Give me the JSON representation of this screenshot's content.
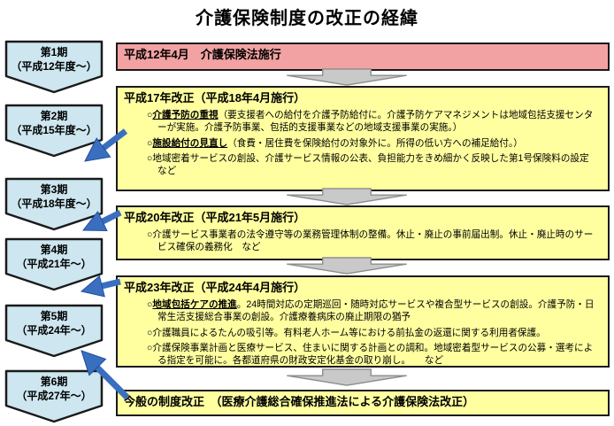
{
  "title": "介護保険制度の改正の経緯",
  "bullet_marker": "○",
  "colors": {
    "box_pink": "#f2a2a2",
    "box_yellow": "#ffffa0",
    "stage_blue": "#cde6f0",
    "arrow_blue": "#3a6fc0",
    "arrow_blue_dark": "#1f4e9c",
    "arrow_gray": "#c9c9c9",
    "arrow_gray_border": "#8c8c8c",
    "border_dark": "#1a1a1a"
  },
  "timeline": [
    {
      "label": "第1期",
      "range": "（平成12年度～）"
    },
    {
      "label": "第2期",
      "range": "（平成15年度～）"
    },
    {
      "label": "第3期",
      "range": "（平成18年度～）"
    },
    {
      "label": "第4期",
      "range": "（平成21年～）"
    },
    {
      "label": "第5期",
      "range": "（平成24年～）"
    },
    {
      "label": "第6期",
      "range": "（平成27年～）"
    }
  ],
  "boxes": {
    "h12": {
      "heading": "平成12年4月　介護保険法施行"
    },
    "h17": {
      "heading": "平成17年改正（平成18年4月施行）",
      "bullets": [
        {
          "em": "介護予防の重視",
          "text": "（要支援者への給付を介護予防給付に。介護予防ケアマネジメントは地域包括支援センターが実施。介護予防事業、包括的支援事業などの地域支援事業の実施。）"
        },
        {
          "em": "施設給付の見直し",
          "text": "（食費・居住費を保険給付の対象外に。所得の低い方への補足給付。）"
        },
        {
          "em": "",
          "text": "地域密着サービスの創設、介護サービス情報の公表、負担能力をきめ細かく反映した第1号保険料の設定　など"
        }
      ]
    },
    "h20": {
      "heading": "平成20年改正（平成21年5月施行）",
      "bullets": [
        {
          "em": "",
          "text": "介護サービス事業者の法令遵守等の業務管理体制の整備。休止・廃止の事前届出制。休止・廃止時のサービス確保の義務化　など"
        }
      ]
    },
    "h23": {
      "heading": "平成23年改正（平成24年4月施行）",
      "bullets": [
        {
          "em": "地域包括ケアの推進",
          "text": "。24時間対応の定期巡回・随時対応サービスや複合型サービスの創設。介護予防・日常生活支援総合事業の創設。介護療養病床の廃止期限の猶予"
        },
        {
          "em": "",
          "text": "介護職員によるたんの吸引等。有料老人ホーム等における前払金の返還に関する利用者保護。"
        },
        {
          "em": "",
          "text": "介護保険事業計画と医療サービス、住まいに関する計画との調和。地域密着型サービスの公募・選考による指定を可能に。各都道府県の財政安定化基金の取り崩し。　　など"
        }
      ]
    },
    "current": {
      "heading": "今般の制度改正　（医療介護総合確保推進法による介護保険法改正）"
    }
  }
}
